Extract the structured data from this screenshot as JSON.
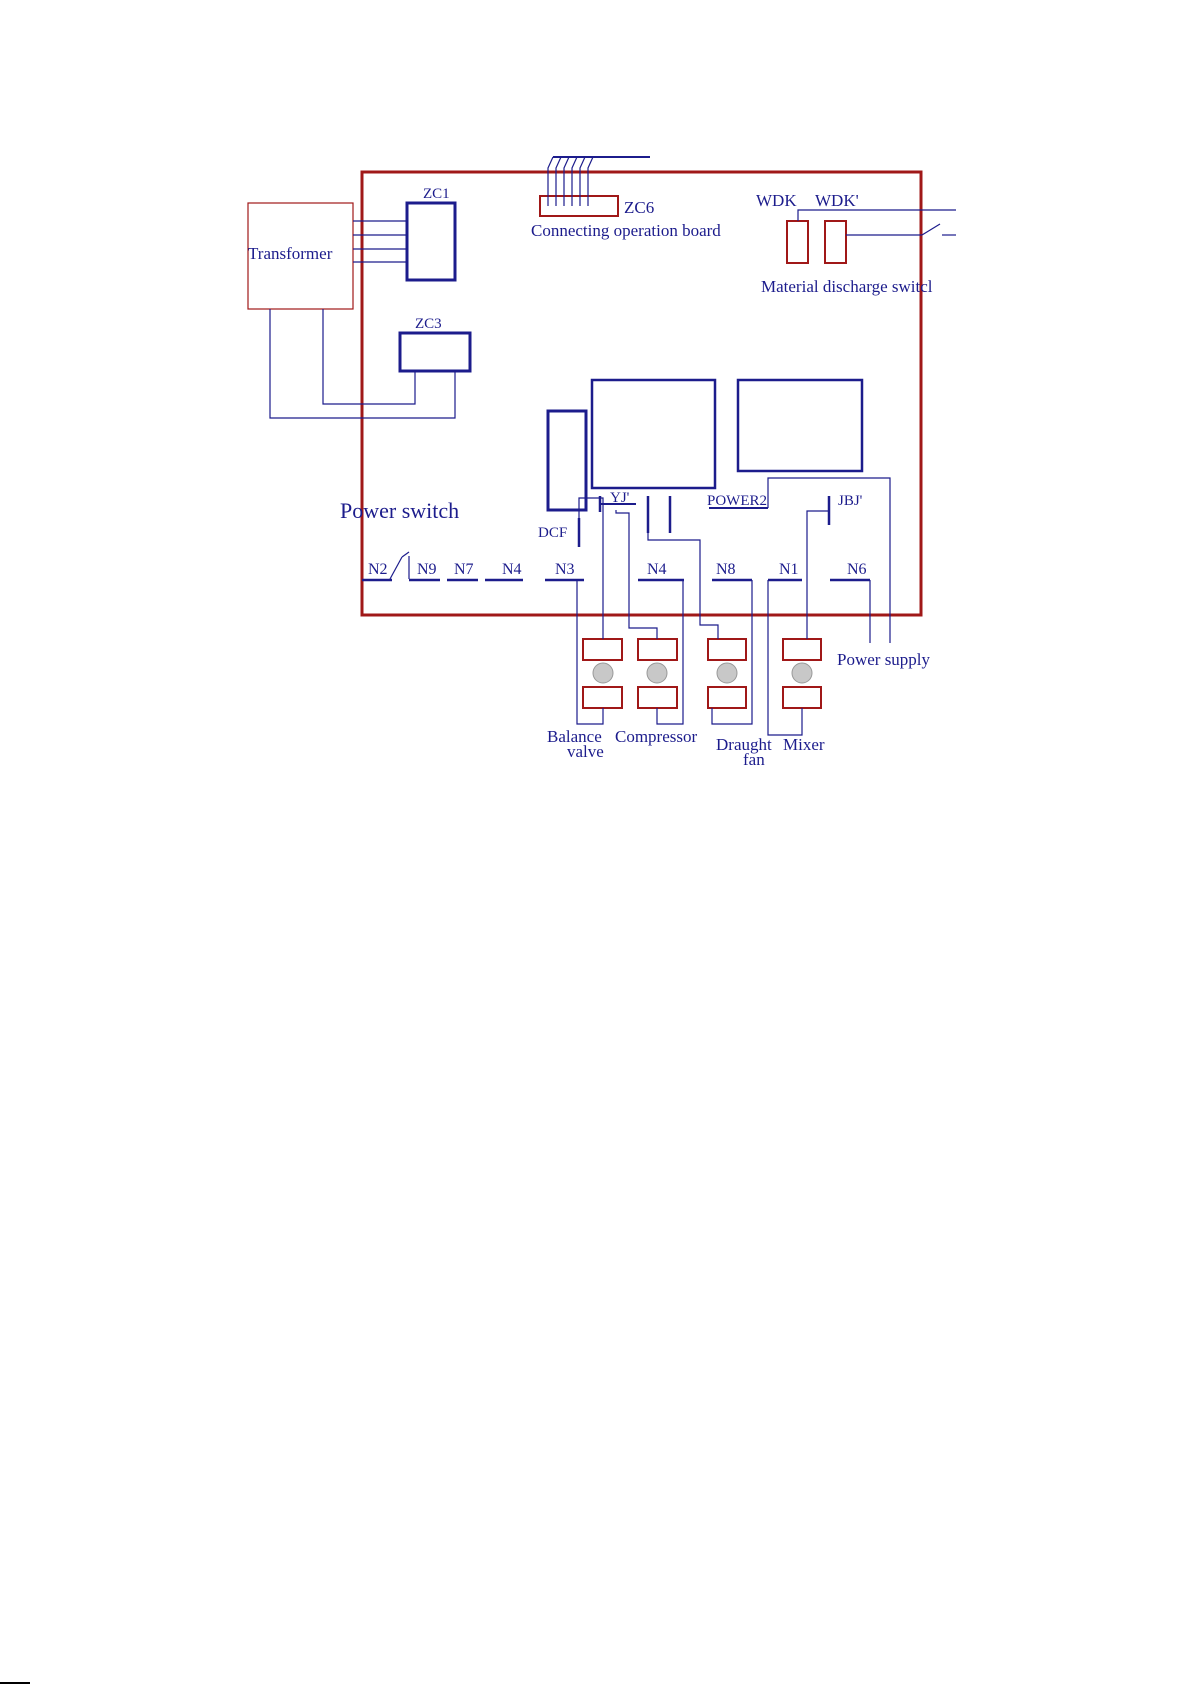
{
  "labels": {
    "transformer": "Transformer",
    "zc1": "ZC1",
    "zc3": "ZC3",
    "zc6": "ZC6",
    "connecting_operation_board": "Connecting operation board",
    "wdk": "WDK",
    "wdk_prime": "WDK'",
    "material_discharge_switch": "Material discharge switcl",
    "power_switch": "Power switch",
    "dcf": "DCF",
    "yj_prime": "YJ'",
    "power2": "POWER2",
    "jbj_prime": "JBJ'",
    "terminals": [
      "N2",
      "N9",
      "N7",
      "N4",
      "N3",
      "N4",
      "N8",
      "N1",
      "N6"
    ],
    "power_supply": "Power supply",
    "balance_valve_1": "Balance",
    "balance_valve_2": "valve",
    "compressor": "Compressor",
    "draught_fan_1": "Draught",
    "draught_fan_2": "fan",
    "mixer": "Mixer"
  },
  "colors": {
    "wire_blue": "#1c1c8c",
    "board_red": "#a01818"
  }
}
